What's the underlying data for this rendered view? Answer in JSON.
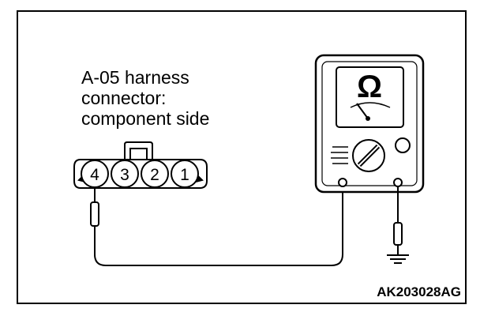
{
  "connector_label": {
    "line1": "A-05 harness",
    "line2": "connector:",
    "line3": "component side"
  },
  "connector_pins": [
    "4",
    "3",
    "2",
    "1"
  ],
  "meter_symbol": "Ω",
  "figure_code": "AK203028AG",
  "icons": [
    "ohmmeter-icon",
    "ground-symbol-icon",
    "test-probe-icon"
  ]
}
